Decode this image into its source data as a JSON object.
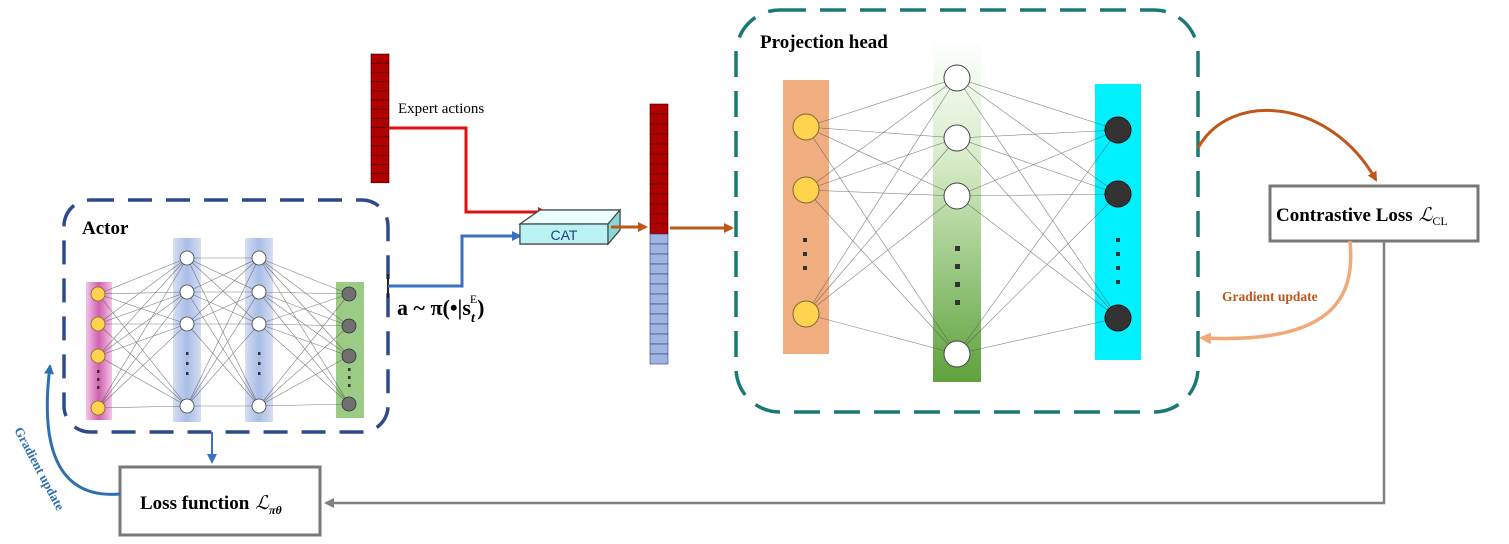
{
  "actor": {
    "title": "Actor",
    "policy_expression": "a ~ π(•|s",
    "policy_subscript": "t",
    "policy_superscript": "E",
    "policy_close": ")"
  },
  "expert": {
    "label": "Expert actions"
  },
  "cat": {
    "label": "CAT"
  },
  "projection": {
    "title": "Projection head"
  },
  "contrastive": {
    "label": "Contrastive Loss",
    "symbol": "ℒ",
    "subscript": "CL"
  },
  "loss": {
    "label": "Loss function",
    "symbol": "ℒ",
    "subscript": "πθ"
  },
  "gradient": {
    "right_label": "Gradient update",
    "left_label": "Gradient update"
  },
  "colors": {
    "actor_border": "#2e4a8c",
    "projection_border": "#1a7a73",
    "expert_red": "#b00000",
    "arrow_orange": "#c0571a",
    "arrow_blue": "#3a6fc4",
    "arrow_red": "#e01010",
    "gradient_right": "#f0aa7a",
    "gradient_left": "#2e6fb0",
    "cyan_layer": "#00f0ff",
    "orange_layer": "#f0ad80",
    "green_layer": "#6aaa48",
    "node_yellow": "#ffd34e",
    "node_dark": "#3a3a3a"
  }
}
